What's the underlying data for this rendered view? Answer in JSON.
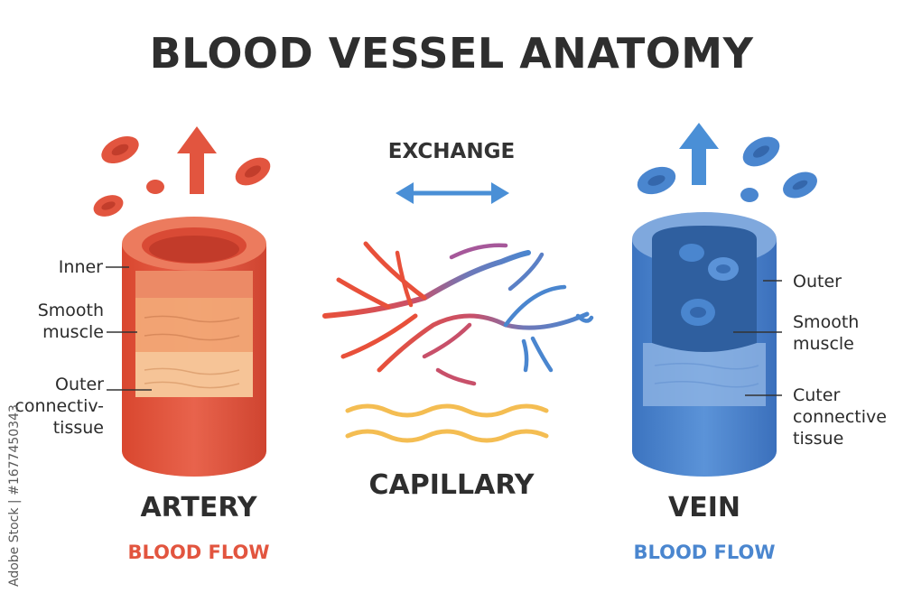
{
  "title": "BLOOD VESSEL ANATOMY",
  "artery": {
    "heading": "ARTERY",
    "flow_label": "BLOOD FLOW",
    "layers": [
      {
        "line1": "Inner",
        "line2": ""
      },
      {
        "line1": "Smooth",
        "line2": "muscle"
      },
      {
        "line1": "Outer",
        "line2": "connectiv-",
        "line3": "tissue"
      }
    ]
  },
  "capillary": {
    "heading": "CAPILLARY",
    "exchange_label": "EXCHANGE"
  },
  "vein": {
    "heading": "VEIN",
    "flow_label": "BLOOD FLOW",
    "layers": [
      {
        "line1": "Outer",
        "line2": ""
      },
      {
        "line1": "Smooth",
        "line2": "muscle"
      },
      {
        "line1": "Cuter",
        "line2": "connective",
        "line3": "tissue"
      }
    ]
  },
  "watermark": "Adobe Stock | #1677450343",
  "colors": {
    "artery_red": "#e2553f",
    "vein_blue": "#4a86cf",
    "arrow_blue": "#4a8fd6",
    "capillary_yellow": "#f4bd52",
    "title_dark": "#2e2e2e"
  }
}
